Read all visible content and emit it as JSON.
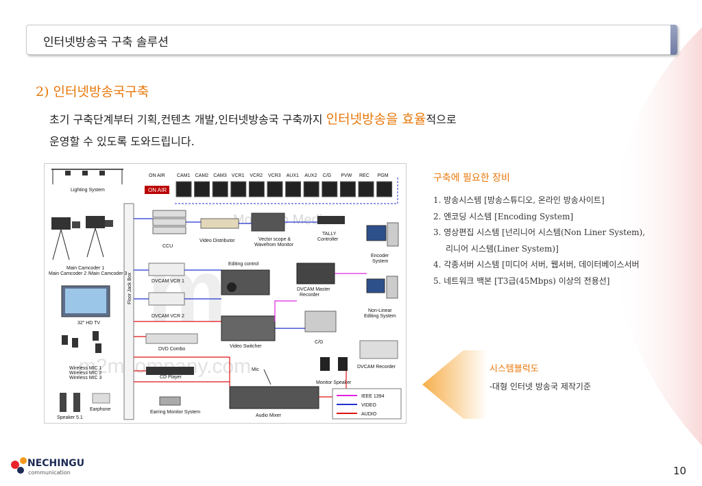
{
  "header": {
    "title": "인터넷방송국 구축 솔루션"
  },
  "section": {
    "title": "2) 인터넷방송국구축"
  },
  "intro": {
    "line1_before": "초기 구축단계부터 기획,컨텐츠 개발,인터넷방송국 구축까지 ",
    "highlight": "인터넷방송을 효율",
    "line1_after": "적으로",
    "line2": "운영할 수 있도록 도와드립니다."
  },
  "requirements": {
    "title": "구축에 필요한 장비",
    "items": [
      "1. 방송시스템 [방송스튜디오, 온라인 방송사이트]",
      "2. 엔코딩 시스템 [Encoding System]",
      "3. 영상편집 시스템 [넌리니어 시스템(Non Liner System),",
      "리니어 시스템(Liner System)]",
      "4. 각종서버 시스템 [미디어 서버, 웹서버, 데이터베이스서버",
      "5. 네트워크 백본 [T3급(45Mbps) 이상의 전용선]"
    ]
  },
  "system_builder": {
    "title": "시스템블럭도",
    "desc": "-대형 인터넷 방송국 제작기준"
  },
  "diagram": {
    "on_air": "ON AIR",
    "on_air_sign": "ON AIR",
    "monitors": [
      "CAM1",
      "CAM2",
      "CAM3",
      "VCR1",
      "VCR2",
      "VCR3",
      "AUX1",
      "AUX2",
      "C/G",
      "PVW",
      "REC",
      "PGM"
    ],
    "lighting": "Lighting System",
    "cameras": "Main Camcoder 1",
    "cameras2": "Main Camcoder 2 /Main Camcoder 3",
    "tv": "32\" HD TV",
    "ccu": "CCU",
    "video_distributor": "Video Distributor",
    "vector_scope_1": "Vector scope &",
    "vector_scope_2": "Wavefrom Monitor",
    "tally_1": "TALLY",
    "tally_2": "Controller",
    "encoder_1": "Encoder",
    "encoder_2": "System",
    "floor_jack": "Floor Jack Box",
    "dvcam_vcr1": "DVCAM VCR 1",
    "dvcam_vcr2": "DVCAM VCR 2",
    "editing_control": "Editing control",
    "dvcam_master_1": "DVCAM Master",
    "dvcam_master_2": "Recorder",
    "nonlinear_1": "Non-Linear",
    "nonlinear_2": "Editing System",
    "dvd_combo": "DVD Combo",
    "video_switcher": "Video Switcher",
    "cg": "C/G",
    "wireless_1": "Wireless MIC 1",
    "wireless_2": "Wireless MIC 2",
    "wireless_3": "Wireless MIC 3",
    "cd_player": "CD Player",
    "mic": "Mic",
    "monitor_speaker": "Monitor Speaker",
    "dvcam_recorder": "DVCAM Recorder",
    "earphone": "Earphone",
    "earring_monitor": "Earring Monitor System",
    "speaker": "Speaker 5.1",
    "audio_mixer": "Audio Mixer",
    "legend": [
      {
        "label": "IEEE 1394",
        "color": "#e020e0"
      },
      {
        "label": "VIDEO",
        "color": "#2030d0"
      },
      {
        "label": "AUDIO",
        "color": "#e01010"
      }
    ],
    "watermark_1": "Mobile to Media",
    "watermark_2": "m2mcompany.com"
  },
  "footer": {
    "logo_text": "NECHINGU",
    "logo_sub": "communication",
    "page_number": "10"
  },
  "colors": {
    "accent": "#e8770a",
    "title_strip": "#7b86ab"
  }
}
